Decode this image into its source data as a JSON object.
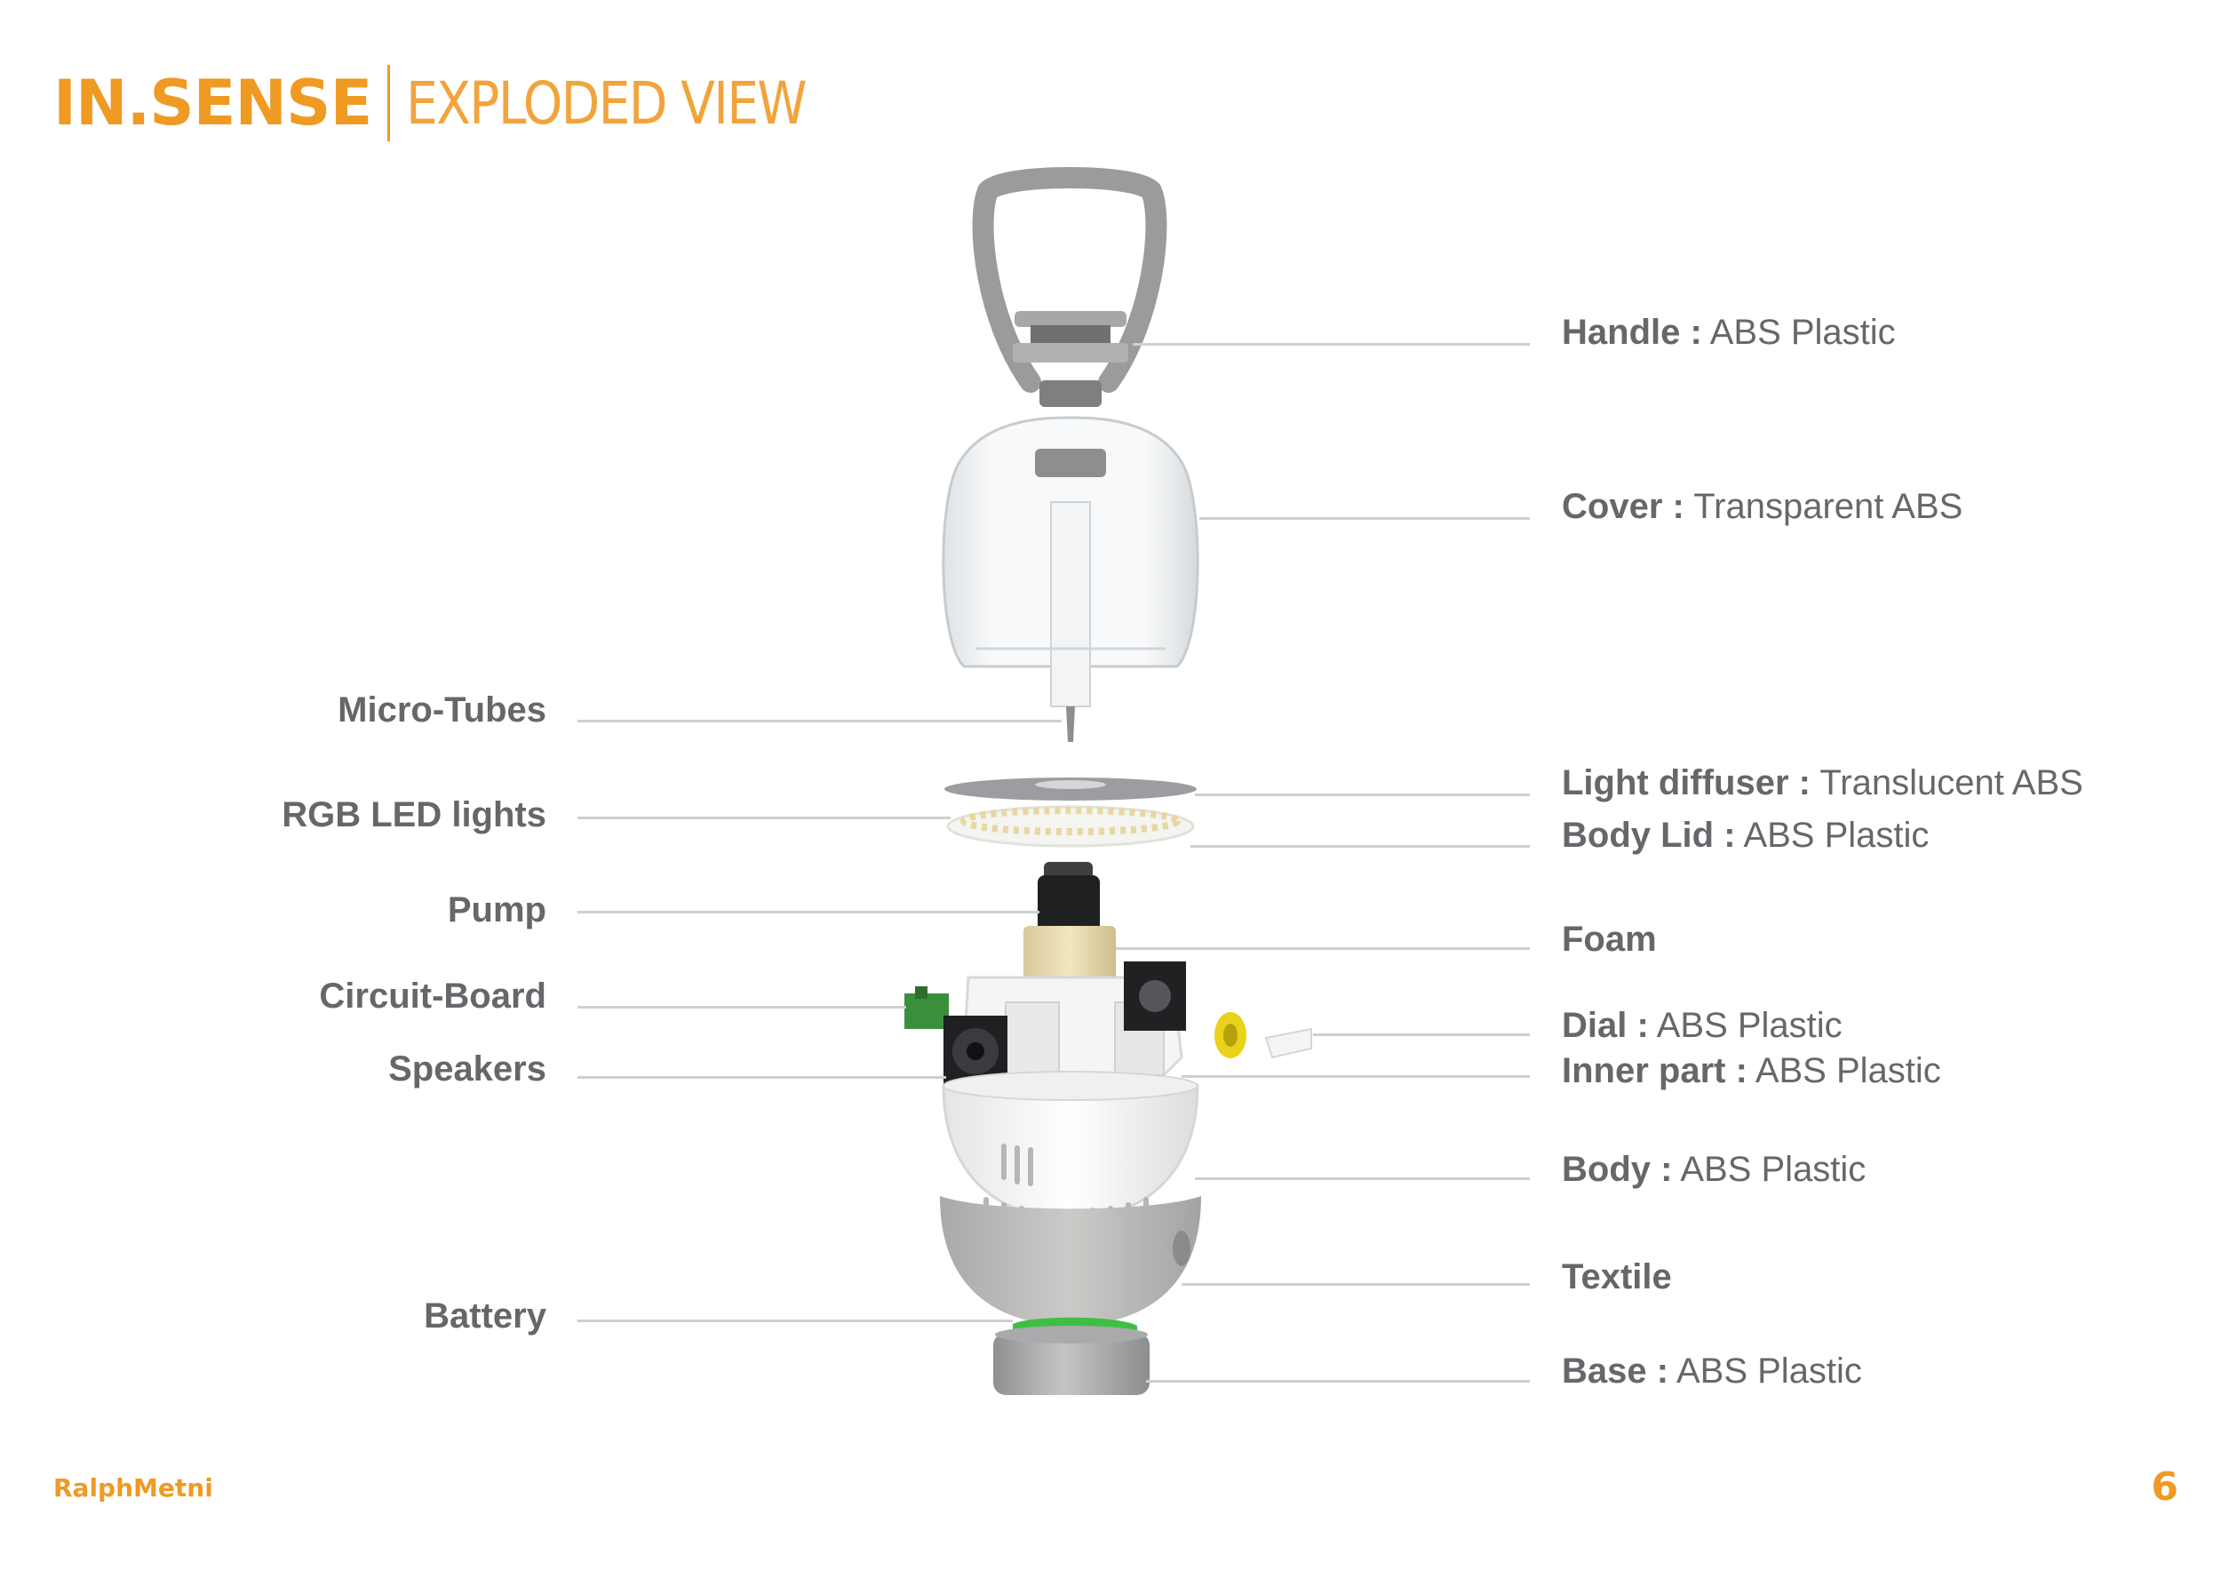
{
  "header": {
    "brand": "IN.SENSE",
    "subtitle": "EXPLODED VIEW"
  },
  "left_labels": [
    {
      "id": "micro-tubes",
      "name": "Micro-Tubes"
    },
    {
      "id": "rgb-led-lights",
      "name": "RGB LED lights"
    },
    {
      "id": "pump",
      "name": "Pump"
    },
    {
      "id": "circuit-board",
      "name": "Circuit-Board"
    },
    {
      "id": "speakers",
      "name": "Speakers"
    },
    {
      "id": "battery",
      "name": "Battery"
    }
  ],
  "right_labels": [
    {
      "id": "handle",
      "name": "Handle :",
      "material": "ABS Plastic"
    },
    {
      "id": "cover",
      "name": "Cover :",
      "material": "Transparent ABS"
    },
    {
      "id": "light-diffuser",
      "name": "Light diffuser :",
      "material": "Translucent ABS"
    },
    {
      "id": "body-lid",
      "name": "Body Lid :",
      "material": "ABS Plastic"
    },
    {
      "id": "foam",
      "name": "Foam",
      "material": ""
    },
    {
      "id": "dial",
      "name": "Dial :",
      "material": "ABS Plastic"
    },
    {
      "id": "inner-part",
      "name": "Inner part :",
      "material": "ABS Plastic"
    },
    {
      "id": "body",
      "name": "Body :",
      "material": "ABS Plastic"
    },
    {
      "id": "textile",
      "name": "Textile",
      "material": ""
    },
    {
      "id": "base",
      "name": "Base :",
      "material": "ABS Plastic"
    }
  ],
  "footer": {
    "author": "RalphMetni",
    "page_number": "6"
  },
  "colors": {
    "accent": "#ef9a23",
    "label_text": "#66676a",
    "leader_line": "#cfcfcf"
  }
}
